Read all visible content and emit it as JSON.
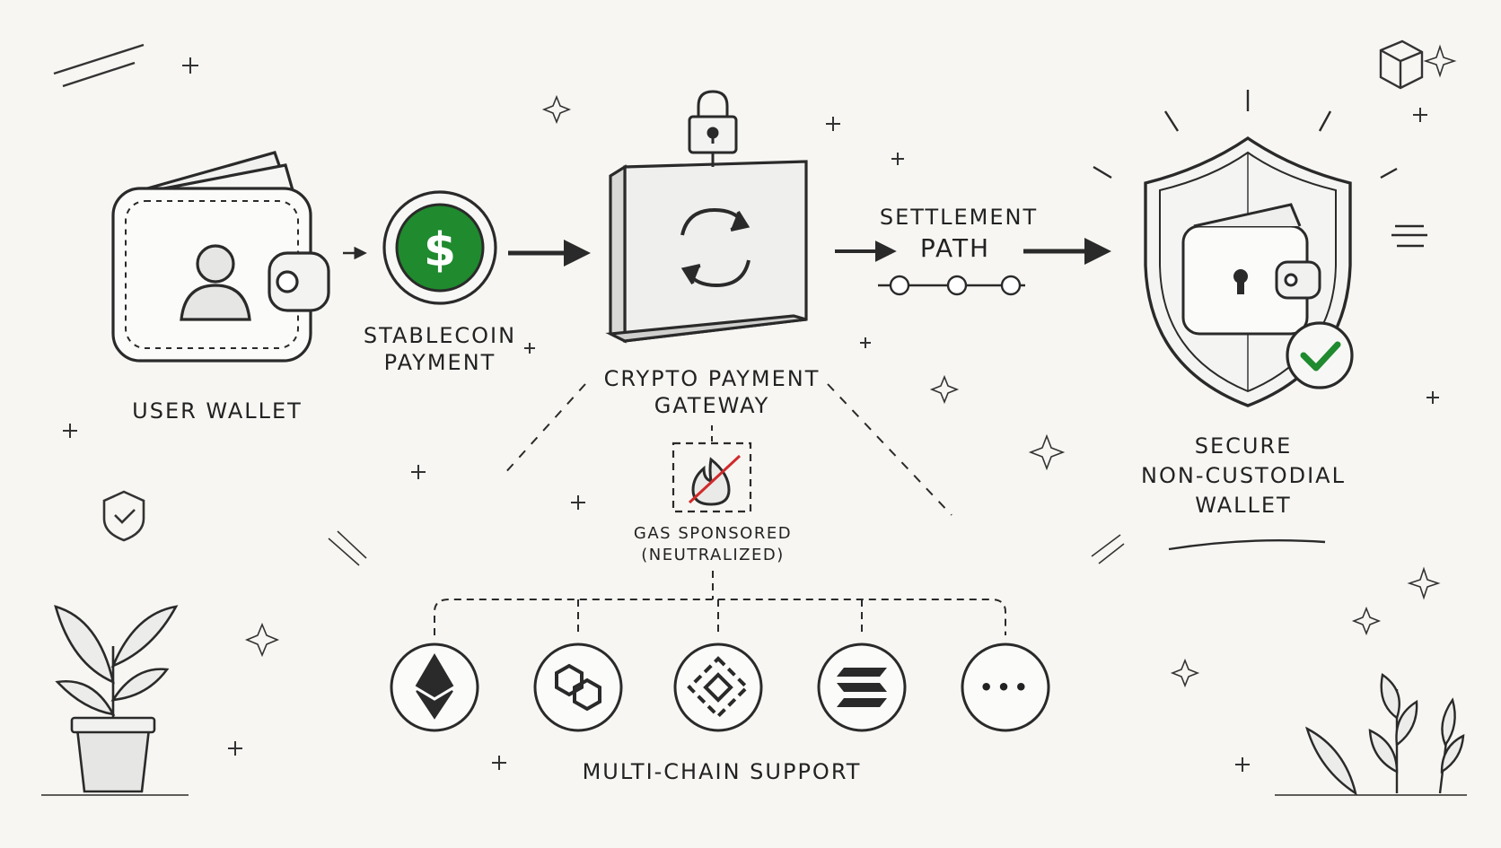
{
  "nodes": {
    "user_wallet": {
      "label": "USER WALLET"
    },
    "stablecoin": {
      "line1": "STABLECOIN",
      "line2": "PAYMENT",
      "symbol": "$"
    },
    "gateway": {
      "line1": "CRYPTO PAYMENT",
      "line2": "GATEWAY"
    },
    "settlement": {
      "line1": "SETTLEMENT",
      "line2": "PATH"
    },
    "secure_wallet": {
      "line1": "SECURE",
      "line2": "NON-CUSTODIAL",
      "line3": "WALLET"
    },
    "gas": {
      "line1": "GAS SPONSORED",
      "line2": "(NEUTRALIZED)"
    },
    "multichain": {
      "label": "MULTI-CHAIN SUPPORT",
      "chains": [
        {
          "icon": "ethereum-icon"
        },
        {
          "icon": "polygon-icon"
        },
        {
          "icon": "bnb-chain-icon"
        },
        {
          "icon": "solana-icon"
        },
        {
          "icon": "more-icon",
          "text": "•••"
        }
      ]
    }
  },
  "colors": {
    "ink": "#2a2a2a",
    "accent_green": "#1f8a2e",
    "strike_red": "#d12a2a",
    "paper": "#f7f6f3"
  }
}
